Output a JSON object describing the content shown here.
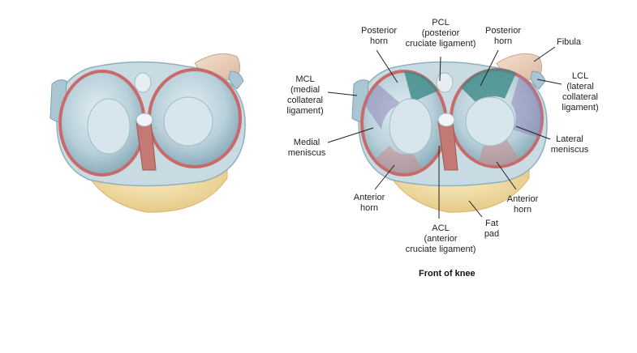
{
  "labels": {
    "posterior_horn_left": "Posterior\nhorn",
    "pcl": "PCL\n(posterior\ncruciate ligament)",
    "posterior_horn_right": "Posterior\nhorn",
    "fibula": "Fibula",
    "mcl": "MCL\n(medial\ncollateral\nligament)",
    "lcl": "LCL\n(lateral\ncollateral\nligament)",
    "medial_meniscus": "Medial\nmeniscus",
    "lateral_meniscus": "Lateral\nmeniscus",
    "anterior_horn_left": "Anterior\nhorn",
    "anterior_horn_right": "Anterior\nhorn",
    "acl": "ACL\n(anterior\ncruciate ligament)",
    "fat_pad": "Fat\npad"
  },
  "caption": "Front of knee",
  "colors": {
    "meniscus_outline": "#c96a6a",
    "cartilage": "#b9d3dc",
    "fat_pad": "#f0dba0",
    "posterior_horn_highlight": "#3c8a86",
    "body_highlight": "#8f86b8",
    "anterior_horn_highlight": "#c98a8a"
  }
}
